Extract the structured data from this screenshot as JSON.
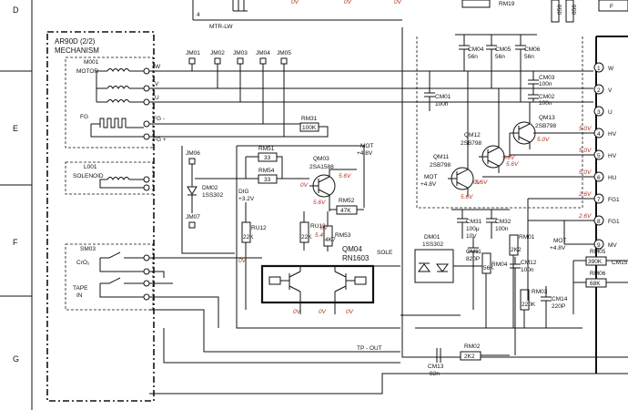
{
  "top": {
    "ref4": "4",
    "mtr_lw": "MTR-LW",
    "v_top1": "0V",
    "v_top2": "0V",
    "v_top3": "0V",
    "rm19": "RM19",
    "c56a": "056",
    "c56b": "056",
    "pin_f": "F"
  },
  "grid_rows": [
    "D",
    "E",
    "F",
    "G"
  ],
  "mech": {
    "title1": "AR90D (2/2)",
    "title2": "MECHANISM",
    "m001": "M001",
    "motor": "MOTOR",
    "fg": "FG",
    "l001": "L001",
    "solenoid": "SOLENOID",
    "sm03": "SM03",
    "cro2": "CrO₂",
    "tape1": "TAPE",
    "tape2": "IN"
  },
  "signals": {
    "w": "W",
    "v": "V",
    "u": "U",
    "fgm": "FG -",
    "fgp": "FG +",
    "sole": "SOLE",
    "tpout": "TP - OUT",
    "dig1": "DIG",
    "dig2": "+3.2V",
    "mot1": "MOT",
    "mot2": "+4.8V"
  },
  "jumpers": [
    "JM01",
    "JM02",
    "JM03",
    "JM04",
    "JM05",
    "JM06",
    "JM07"
  ],
  "parts": {
    "rm31": "RM31",
    "rm31v": "100K",
    "rm51": "RM51",
    "rm51v": "33",
    "rm54": "RM54",
    "rm54v": "33",
    "rm52": "RM52",
    "rm52v": "47K",
    "rm53": "RM53",
    "rm53v": "4K7",
    "ru12": "RU12",
    "ru12v": "22K",
    "ru13": "RU13",
    "ru13v": "22K",
    "dm02": "DM02",
    "dm02v": "1SS302",
    "qm03": "QM03",
    "qm03v": "2SA1588",
    "qm04": "QM04",
    "qm04v": "RN1603",
    "qm11": "QM11",
    "qm11v": "2SB798",
    "qm12": "QM12",
    "qm12v": "2SB798",
    "qm13": "QM13",
    "qm13v": "2SB798",
    "cm04": "CM04",
    "cm04v": "56n",
    "cm05": "CM05",
    "cm05v": "56n",
    "cm06": "CM06",
    "cm06v": "56n",
    "cm03": "CM03",
    "cm03v": "100n",
    "cm02": "CM02",
    "cm02v": "100n",
    "cm01": "CM01",
    "cm01v": "100n",
    "cm31": "CM31",
    "cm31v1": "100μ",
    "cm31v2": "10V",
    "cm32": "CM32",
    "cm32v": "100n",
    "dm01": "DM01",
    "dm01v": "1SS302",
    "cm11": "CM11",
    "cm11v": "820P",
    "rm04": "RM04",
    "rm04v": "56K",
    "rm01": "RM01",
    "rm01v": "2K2",
    "cm12": "CM12",
    "cm12v": "100n",
    "rm02": "RM02",
    "rm02v": "2K2",
    "cm13": "CM13",
    "cm13v": "82n",
    "rm03": "RM03",
    "rm03v": "220K",
    "cm14": "CM14",
    "cm14v": "220P",
    "rm05": "RM05",
    "rm05v": "390K",
    "rm06": "RM06",
    "rm06v": "68K",
    "cm15": "CM15"
  },
  "connector": {
    "pins": [
      {
        "num": "1",
        "label": "W"
      },
      {
        "num": "2",
        "label": "V"
      },
      {
        "num": "3",
        "label": "U"
      },
      {
        "num": "4",
        "label": "HV"
      },
      {
        "num": "5",
        "label": "HV"
      },
      {
        "num": "6",
        "label": "HU"
      },
      {
        "num": "7",
        "label": "FG1"
      },
      {
        "num": "8",
        "label": "FG1"
      },
      {
        "num": "9",
        "label": "MV"
      }
    ],
    "volts": [
      "5.0V",
      "5.0V",
      "5.0V",
      "2.6V",
      "2.6V"
    ]
  },
  "volts": {
    "q3_b": "0V",
    "q3_e": "5.6V",
    "q3_c": "5.6V",
    "q3_low": "0V",
    "ru12_v": "0V",
    "ru13_v": "5.4V",
    "rm53_v": "0V",
    "q4_a": "0V",
    "q4_b": "0V",
    "q4_c": "0V",
    "q11_top": "0V",
    "q11_bot": "5.6V",
    "q12_a": "5.0V",
    "q12_b": "5.6V",
    "q12_c": "5.6V",
    "q13_a": "5.0V",
    "mot3": "MOT",
    "mot4": "+4.8V",
    "mot5": "MOT",
    "mot6": "+4.8V"
  }
}
